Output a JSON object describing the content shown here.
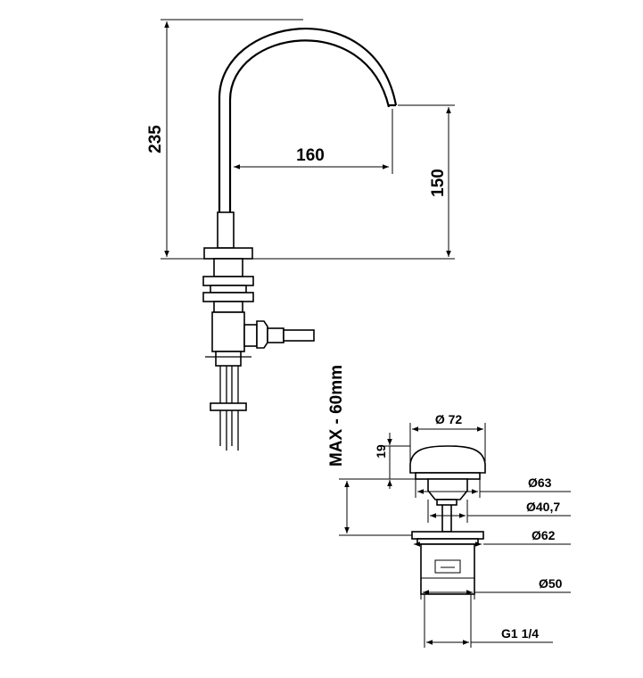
{
  "dimensions": {
    "total_height": "235",
    "reach": "160",
    "spout_height": "150",
    "max_thickness": "MAX - 60mm",
    "cap_height": "19",
    "cap_diameter": "Ø 72",
    "d63": "Ø63",
    "d40": "Ø40,7",
    "d62": "Ø62",
    "d50": "Ø50",
    "thread": "G1 1/4"
  }
}
